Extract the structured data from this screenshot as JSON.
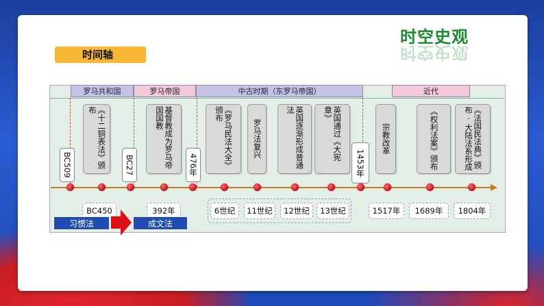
{
  "title_tag": "时间轴",
  "heading": "时空史观",
  "periods": [
    {
      "label": "罗马共和国"
    },
    {
      "label": "罗马帝国"
    },
    {
      "label": "中古时期（东罗马帝国）"
    },
    {
      "label": "近代"
    }
  ],
  "events": [
    {
      "text": "《十二铜表法》颁布"
    },
    {
      "text": "基督教成为罗马帝国国教"
    },
    {
      "text": "《罗马民法大全》颁布"
    },
    {
      "text": "罗马法复兴"
    },
    {
      "text": "英国逐渐形成普通法"
    },
    {
      "text": "英国通过《大宪章》"
    },
    {
      "text": "宗教改革"
    },
    {
      "text": "《权利法案》颁布"
    },
    {
      "text": "《法国民法典》颁布·大陆法系形成"
    }
  ],
  "vertical_dates": [
    "BC509",
    "BC27",
    "476年",
    "1453年"
  ],
  "dates": [
    "BC450",
    "392年",
    "6世纪",
    "11世纪",
    "12世纪",
    "13世纪",
    "1517年",
    "1689年",
    "1804年"
  ],
  "labels": {
    "customary": "习惯法",
    "written": "成文法"
  },
  "colors": {
    "accent": "#f7b733",
    "heading": "#1c8a2e",
    "axis": "#c77a20",
    "label_bg": "#1e4cb3"
  }
}
